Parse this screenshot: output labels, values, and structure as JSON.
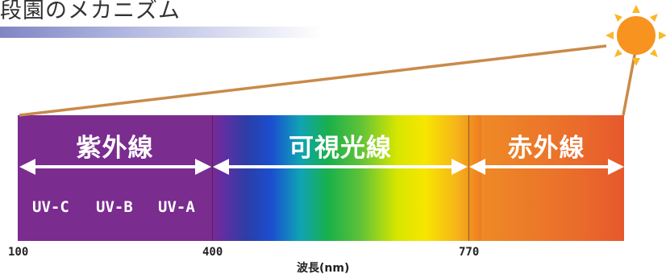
{
  "title": "段園のメカニズム",
  "regions": [
    {
      "label": "紫外線"
    },
    {
      "label": "可視光線"
    },
    {
      "label": "赤外線"
    }
  ],
  "uv_bands": [
    "UV-C",
    "UV-B",
    "UV-A"
  ],
  "ticks": [
    "100",
    "400",
    "770"
  ],
  "axis_label": "波長(nm)",
  "sun_icon": "sun-icon",
  "colors": {
    "ultraviolet": "#7a2c8f",
    "infrared": "#e6582c",
    "arrow": "#ffffff",
    "sun": "#f7931e",
    "ray_line": "#c98a4a"
  }
}
